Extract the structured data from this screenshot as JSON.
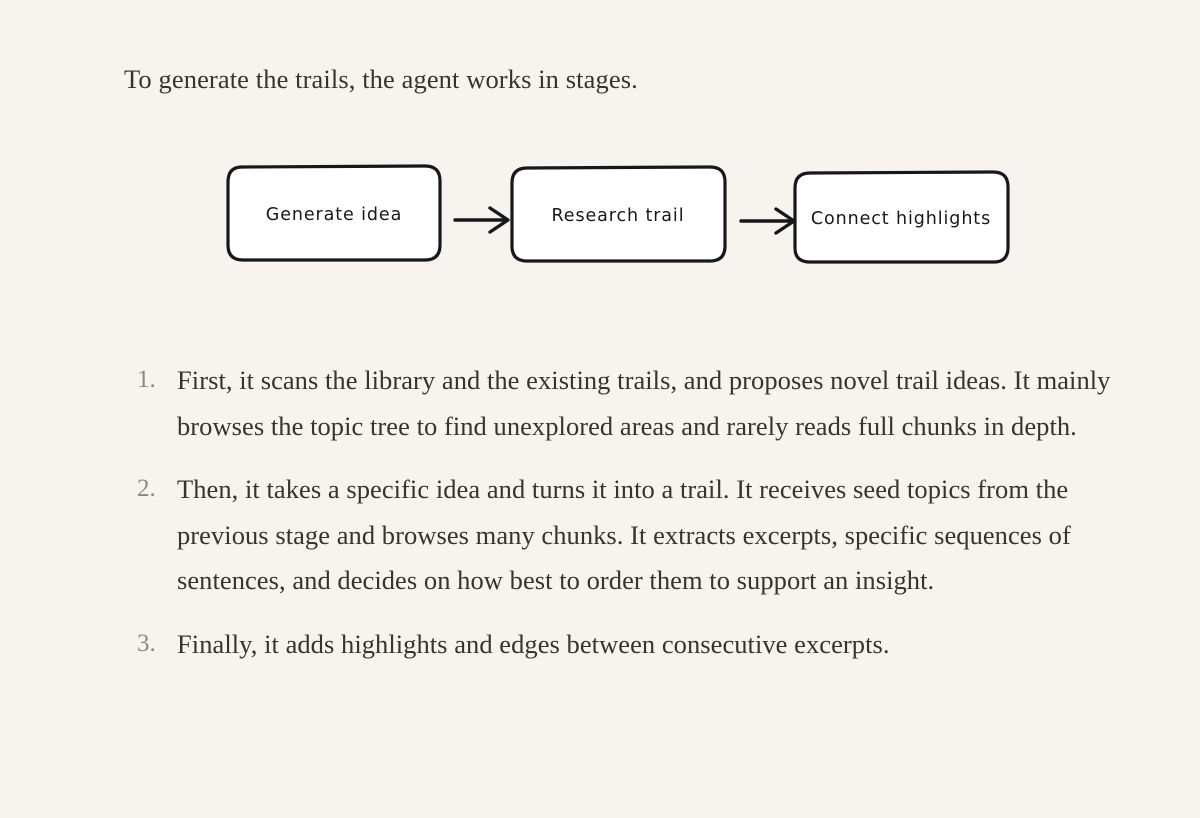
{
  "page": {
    "background_color": "#f7f4ef",
    "text_color": "#36342f",
    "marker_color": "#8d8881"
  },
  "intro": {
    "text": "To generate the trails, the agent works in stages."
  },
  "diagram": {
    "type": "flow",
    "box_fill": "#ffffff",
    "box_stroke": "#17181a",
    "arrow_color": "#17181a",
    "nodes": [
      {
        "id": "generate-idea",
        "label": "Generate idea"
      },
      {
        "id": "research-trail",
        "label": "Research trail"
      },
      {
        "id": "connect-highlights",
        "label": "Connect highlights"
      }
    ],
    "edges": [
      {
        "from": "generate-idea",
        "to": "research-trail",
        "style": "arrow"
      },
      {
        "from": "research-trail",
        "to": "connect-highlights",
        "style": "arrow"
      }
    ]
  },
  "steps": {
    "items": [
      {
        "marker": "1.",
        "text": "First, it scans the library and the existing trails, and proposes novel trail ideas. It mainly browses the topic tree to find unexplored areas and rarely reads full chunks in depth."
      },
      {
        "marker": "2.",
        "text": "Then, it takes a specific idea and turns it into a trail. It receives seed topics from the previous stage and browses many chunks. It extracts excerpts, specific sequences of sentences, and decides on how best to order them to support an insight."
      },
      {
        "marker": "3.",
        "text": "Finally, it adds highlights and edges between consecutive excerpts."
      }
    ]
  }
}
